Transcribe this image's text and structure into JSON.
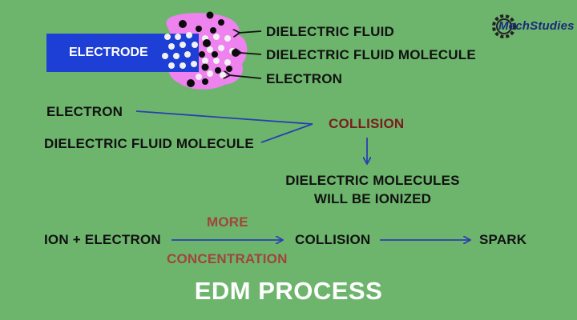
{
  "diagram": {
    "electrode_label": "ELECTRODE",
    "labels": {
      "dielectric_fluid": "DIELECTRIC FLUID",
      "dielectric_fluid_molecule": "DIELECTRIC FLUID MOLECULE",
      "electron": "ELECTRON"
    },
    "collision_block": {
      "electron": "ELECTRON",
      "molecule": "DIELECTRIC FLUID MOLECULE",
      "collision": "COLLISION",
      "result_line1": "DIELECTRIC MOLECULES",
      "result_line2": "WILL BE IONIZED"
    },
    "chain": {
      "start": "ION + ELECTRON",
      "above_arrow": "MORE",
      "below_arrow": "CONCENTRATION",
      "middle": "COLLISION",
      "end": "SPARK"
    },
    "title": "EDM PROCESS"
  },
  "logo": {
    "text": "MechStudies"
  },
  "colors": {
    "background": "#6db56d",
    "electrode": "#1d3fd6",
    "fluid": "#ee82ee",
    "arrow": "#2a3fb0",
    "collision_text": "#7a1d1d",
    "concentration_text": "#a0453a",
    "title": "#ffffff"
  }
}
